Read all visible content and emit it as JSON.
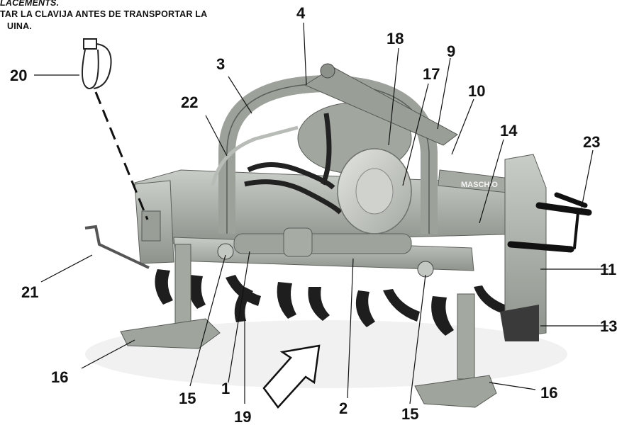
{
  "header": {
    "line1": "LACEMENTS.",
    "line2": "TAR LA CLAVIJA ANTES DE TRANSPORTAR LA",
    "line3": "UINA."
  },
  "brand": "MASCHIO",
  "callouts": [
    "1",
    "2",
    "3",
    "4",
    "9",
    "10",
    "11",
    "13",
    "14",
    "15",
    "15",
    "16",
    "16",
    "17",
    "18",
    "19",
    "20",
    "21",
    "22",
    "23"
  ],
  "colors": {
    "body": "#aeb3ad",
    "body_dark": "#7d827c",
    "blade": "#1e1e1e",
    "line": "#111111",
    "bg": "#ffffff"
  }
}
